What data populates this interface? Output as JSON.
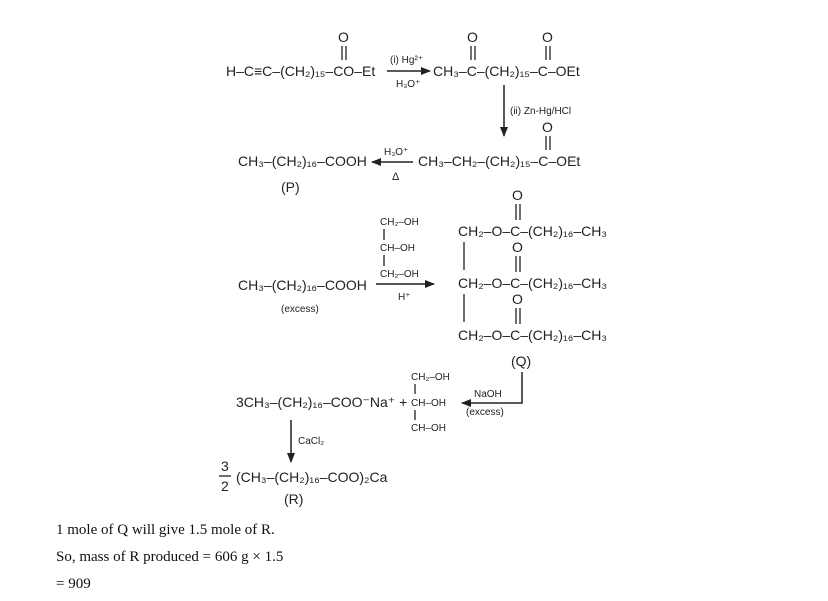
{
  "scheme": {
    "step1": {
      "reactant": "H–C≡C–(CH₂)₁₅–CO–Et",
      "reagent_top": "(i) Hg²⁺",
      "reagent_bottom": "H₃O⁺",
      "product": "CH₃–C–(CH₂)₁₅–C–OEt",
      "oxygen": "O"
    },
    "step2": {
      "reagent": "(ii) Zn-Hg/HCl",
      "product": "CH₃–CH₂–(CH₂)₁₅–C–OEt",
      "oxygen": "O"
    },
    "step3": {
      "reagent_top": "H₃O⁺",
      "reagent_bottom": "Δ",
      "product": "CH₃–(CH₂)₁₆–COOH",
      "label": "(P)"
    },
    "step4": {
      "acid": "CH₃–(CH₂)₁₆–COOH",
      "acid_note": "(excess)",
      "glycerol_1": "CH₂–OH",
      "glycerol_2": "CH–OH",
      "glycerol_3": "CH₂–OH",
      "catalyst": "H⁺",
      "ester_1": "CH₂–O–C–(CH₂)₁₆–CH₃",
      "ester_2": "CH₂–O–C–(CH₂)₁₆–CH₃",
      "ester_3": "CH₂–O–C–(CH₂)₁₆–CH₃",
      "oxygen": "O",
      "label": "(Q)"
    },
    "step5": {
      "reagent": "NaOH",
      "reagent_note": "(excess)",
      "soap": "3CH₃–(CH₂)₁₆–COO⁻Na⁺ +",
      "glycerol_1": "CH₂–OH",
      "glycerol_2": "CH–OH",
      "glycerol_3": "CH–OH"
    },
    "step6": {
      "reagent": "CaCl₂",
      "frac_num": "3",
      "frac_den": "2",
      "product": "(CH₃–(CH₂)₁₆–COO)₂Ca",
      "label": "(R)"
    }
  },
  "explanation": [
    "1 mole of Q will give 1.5 mole of R.",
    "So, mass of R produced = 606 g × 1.5",
    "= 909"
  ]
}
